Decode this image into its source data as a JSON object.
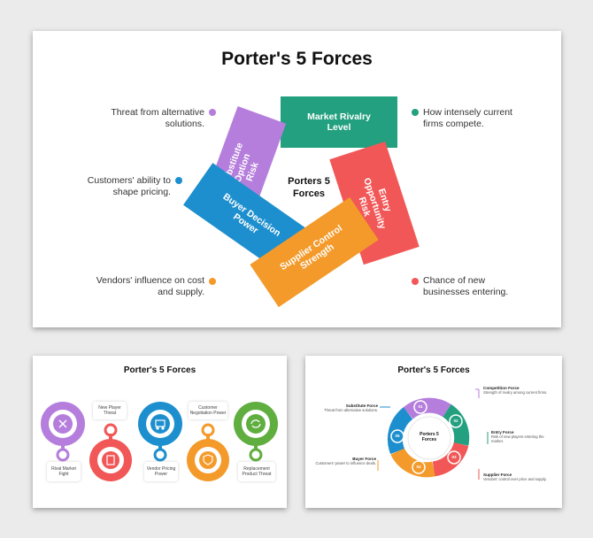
{
  "main_slide": {
    "title": "Porter's 5 Forces",
    "center": [
      "Porters 5",
      "Forces"
    ],
    "bands": {
      "substitute": "Substitute Option Risk",
      "rivalry": "Market Rivalry Level",
      "entry": "Entry Opportunity Risk",
      "supplier": "Supplier Control Strength",
      "buyer": "Buyer Decision Power"
    },
    "notes": {
      "substitute": "Threat from alternative solutions.",
      "buyer": "Customers' ability to shape pricing.",
      "supplier": "Vendors' influence on cost and supply.",
      "rivalry": "How intensely current firms compete.",
      "entry": "Chance of new businesses entering."
    },
    "colors": {
      "substitute": "#b57edc",
      "rivalry": "#23a07f",
      "entry": "#f25757",
      "supplier": "#f39a2b",
      "buyer": "#1e8fce"
    }
  },
  "slide_pins": {
    "title": "Porter's 5 Forces",
    "labels": {
      "rival": "Rival Market Fight",
      "new_player": "New Player Threat",
      "vendor": "Vendor Pricing Power",
      "customer": "Customer Negotiation Power",
      "replacement": "Replacement Product Threat"
    },
    "icons": [
      "close-icon",
      "door-icon",
      "shopping-cart-icon",
      "shield-icon",
      "recycle-icon"
    ]
  },
  "slide_cycle": {
    "title": "Porter's 5 Forces",
    "center": [
      "Porters 5",
      "Forces"
    ],
    "steps": [
      "01",
      "02",
      "03",
      "04",
      "05"
    ],
    "items": {
      "substitute": {
        "title": "Substitute Force",
        "desc": "Threat from alternative solutions."
      },
      "competition": {
        "title": "Competition Force",
        "desc": "Strength of rivalry among current firms."
      },
      "entry": {
        "title": "Entry Force",
        "desc": "Risk of new players entering the market."
      },
      "supplier": {
        "title": "Supplier Force",
        "desc": "Vendors' control over price and supply."
      },
      "buyer": {
        "title": "Buyer Force",
        "desc": "Customers' power to influence deals."
      }
    }
  }
}
